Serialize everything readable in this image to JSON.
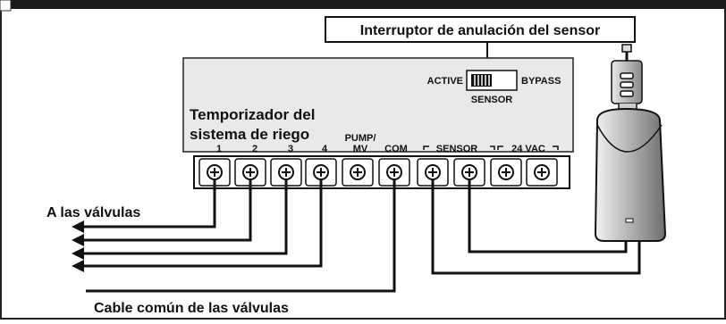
{
  "sensor_switch_callout": "Interruptor de anulación del sensor",
  "switch": {
    "left_label": "ACTIVE",
    "right_label": "BYPASS",
    "bottom_label": "SENSOR"
  },
  "timer_title": {
    "line1": "Temporizador del",
    "line2": "sistema de riego"
  },
  "terminals": {
    "z1": "1",
    "z2": "2",
    "z3": "3",
    "z4": "4",
    "pump_line1": "PUMP/",
    "pump_line2": "MV",
    "com": "COM",
    "sensor": "SENSOR",
    "vac": "24 VAC"
  },
  "to_valves_label": "A las válvulas",
  "common_wire_label": "Cable común de las válvulas"
}
